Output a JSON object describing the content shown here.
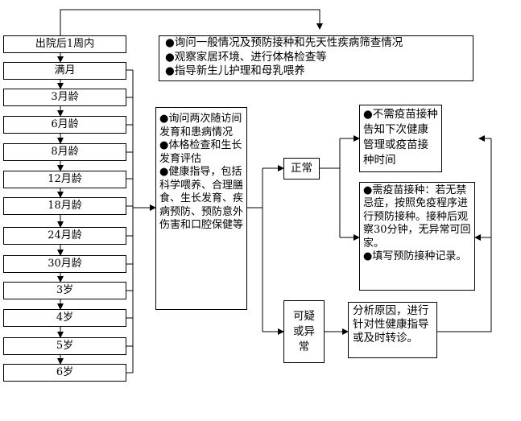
{
  "visits": [
    {
      "label": "出院后1周内"
    },
    {
      "label": "满月"
    },
    {
      "label": "3月龄"
    },
    {
      "label": "6月龄"
    },
    {
      "label": "8月龄"
    },
    {
      "label": "12月龄"
    },
    {
      "label": "18月龄"
    },
    {
      "label": "24月龄"
    },
    {
      "label": "30月龄"
    },
    {
      "label": "3岁"
    },
    {
      "label": "4岁"
    },
    {
      "label": "5岁"
    },
    {
      "label": "6岁"
    }
  ],
  "first_visit_box": {
    "items": [
      "●询问一般情况及预防接种和先天性疾病筛查情况",
      "●观察家居环境、进行体格检查等",
      "●指导新生儿护理和母乳喂养"
    ]
  },
  "followup_box": {
    "items": [
      "●询问两次随访间发育和患病情况",
      "●体格检查和生长发育评估",
      "●健康指导，包括科学喂养、合理膳食、生长发育、疾病预防、预防意外伤害和口腔保健等"
    ]
  },
  "normal_label": "正常",
  "abnormal_label": "可疑或异常",
  "no_vaccine_box": {
    "text": "●不需疫苗接种告知下次健康管理或疫苗接种时间"
  },
  "vaccine_box": {
    "items": [
      "●需疫苗接种：若无禁忌症，按照免疫程序进行预防接种。接种后观察30分钟，无异常可回家。",
      "●填写预防接种记录。"
    ]
  },
  "abnormal_action_box": {
    "text": "分析原因，进行针对性健康指导或及时转诊。"
  }
}
